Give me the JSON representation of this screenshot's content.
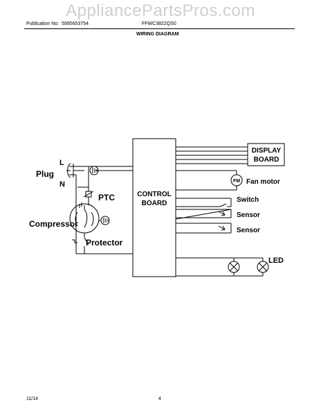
{
  "watermark": "AppliancePartsPros.com",
  "header": {
    "publication_label": "Publication No:",
    "publication_number": "5995653754",
    "model": "FFWC3822QS0",
    "title": "WIRING DIAGRAM"
  },
  "diagram": {
    "plug": "Plug",
    "line": "L",
    "neutral": "N",
    "ptc": "PTC",
    "compressor": "Compressor",
    "protector": "Protector",
    "control_board_line1": "CONTROL",
    "control_board_line2": "BOARD",
    "display_board_line1": "DISPLAY",
    "display_board_line2": "BOARD",
    "fan_motor_symbol": "FM",
    "fan_motor": "Fan motor",
    "switch": "Switch",
    "sensor_1": "Sensor",
    "sensor_2": "Sensor",
    "led": "LED"
  },
  "footer": {
    "date": "11/14",
    "page": "4"
  }
}
